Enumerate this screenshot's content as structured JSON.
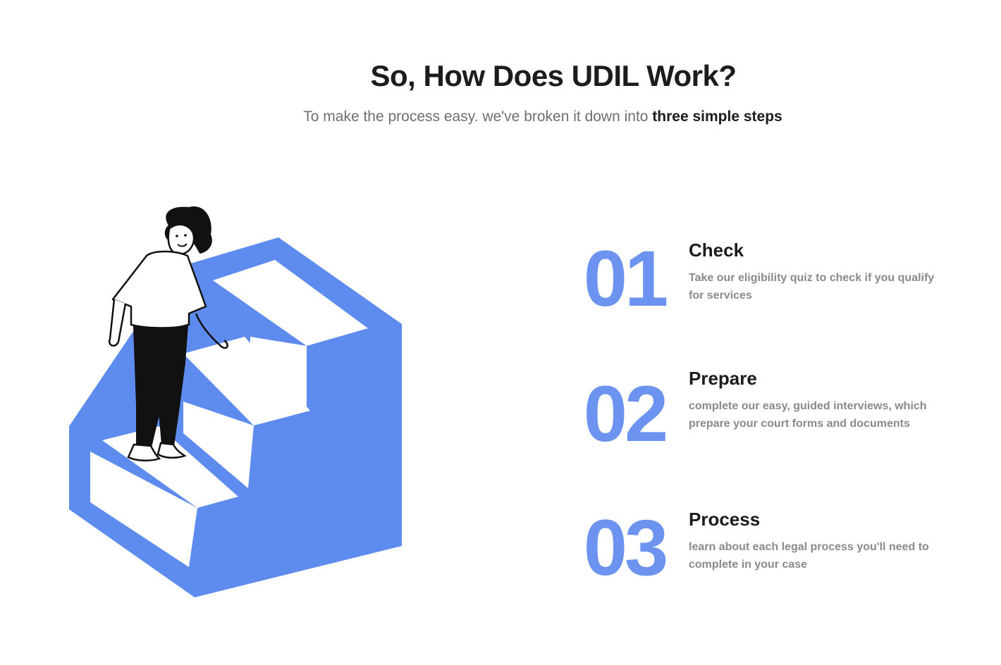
{
  "header": {
    "title": "So, How Does UDIL Work?",
    "subtitle_text": "To make the process easy. we've broken it down into ",
    "subtitle_emphasis": "three simple steps"
  },
  "illustration": {
    "icon": "person-climbing-stairs-icon",
    "accent_color": "#5e8bee"
  },
  "steps": [
    {
      "number": "01",
      "title": "Check",
      "description": "Take our eligibility quiz to check if you qualify for services"
    },
    {
      "number": "02",
      "title": "Prepare",
      "description": "complete our easy, guided interviews, which prepare your court forms and documents"
    },
    {
      "number": "03",
      "title": "Process",
      "description": "learn about each legal process you'll need to complete in your case"
    }
  ],
  "colors": {
    "accent": "#6b93ef",
    "title": "#1c1c1e",
    "muted": "#8a8a8a"
  }
}
